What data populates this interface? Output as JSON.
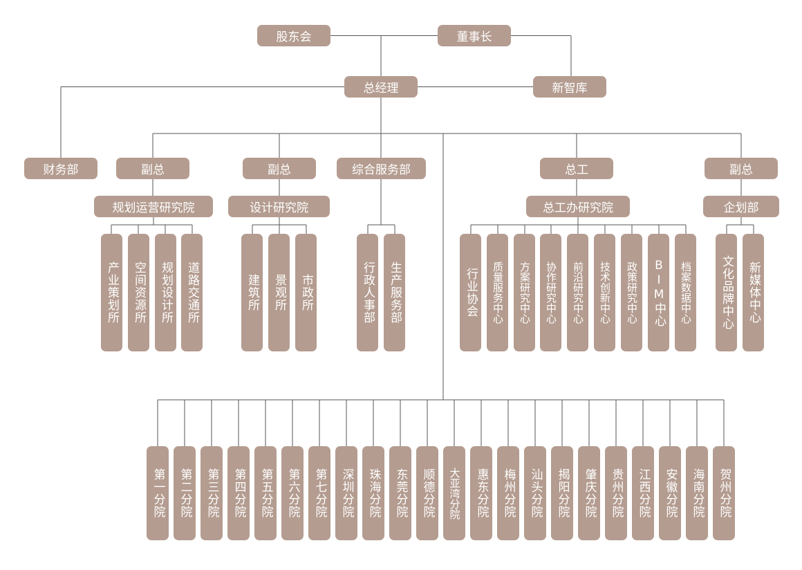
{
  "nodes": {
    "gudonghui": "股东会",
    "dongshizhang": "董事长",
    "zongjingli": "总经理",
    "xinzhiku": "新智库",
    "caiwubu": "财务部",
    "fuzong1": "副总",
    "fuzong2": "副总",
    "zonghe": "综合服务部",
    "zonggong": "总工",
    "fuzong3": "副总",
    "guihua_yuan": "规划运营研究院",
    "sheji_yuan": "设计研究院",
    "zonggongban": "总工办研究院",
    "qihuabu": "企划部"
  },
  "planning_units": [
    "产业策划所",
    "空间资源所",
    "规划设计所",
    "道路交通所"
  ],
  "design_units": [
    "建筑所",
    "景观所",
    "市政所"
  ],
  "service_units": [
    "行政人事部",
    "生产服务部"
  ],
  "chief_units": [
    "行业协会",
    "质量服务中心",
    "方案研究中心",
    "协作研究中心",
    "前沿研究中心",
    "技术创新中心",
    "政策研究中心",
    "BIM中心",
    "档案数据中心"
  ],
  "planning_dept_units": [
    "文化品牌中心",
    "新媒体中心"
  ],
  "branches": [
    "第一分院",
    "第二分院",
    "第三分院",
    "第四分院",
    "第五分院",
    "第六分院",
    "第七分院",
    "深圳分院",
    "珠海分院",
    "东莞分院",
    "顺德分院",
    "大亚湾分院",
    "惠东分院",
    "梅州分院",
    "汕头分院",
    "揭阳分院",
    "肇庆分院",
    "贵州分院",
    "江西分院",
    "安徽分院",
    "海南分院",
    "贺州分院"
  ],
  "colors": {
    "box": "#b49c90",
    "text": "#ffffff",
    "line": "#555555"
  }
}
